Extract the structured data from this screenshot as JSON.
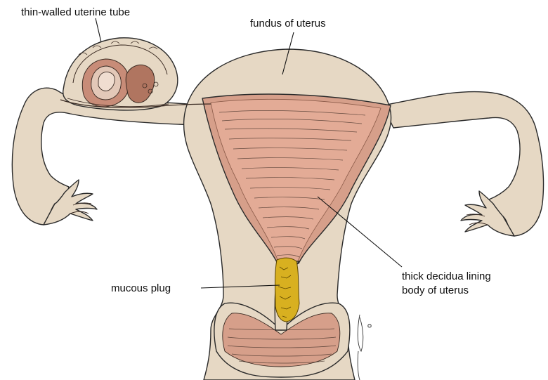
{
  "labels": {
    "tube": "thin-walled uterine tube",
    "fundus": "fundus of uterus",
    "decidua_line1": "thick decidua lining",
    "decidua_line2": "body of uterus",
    "plug": "mucous plug"
  },
  "colors": {
    "tissue": "#e6d8c4",
    "decidua": "#d69f8a",
    "cavity": "#e3ab96",
    "plug": "#d8b020",
    "outline": "#2a2a2a"
  }
}
